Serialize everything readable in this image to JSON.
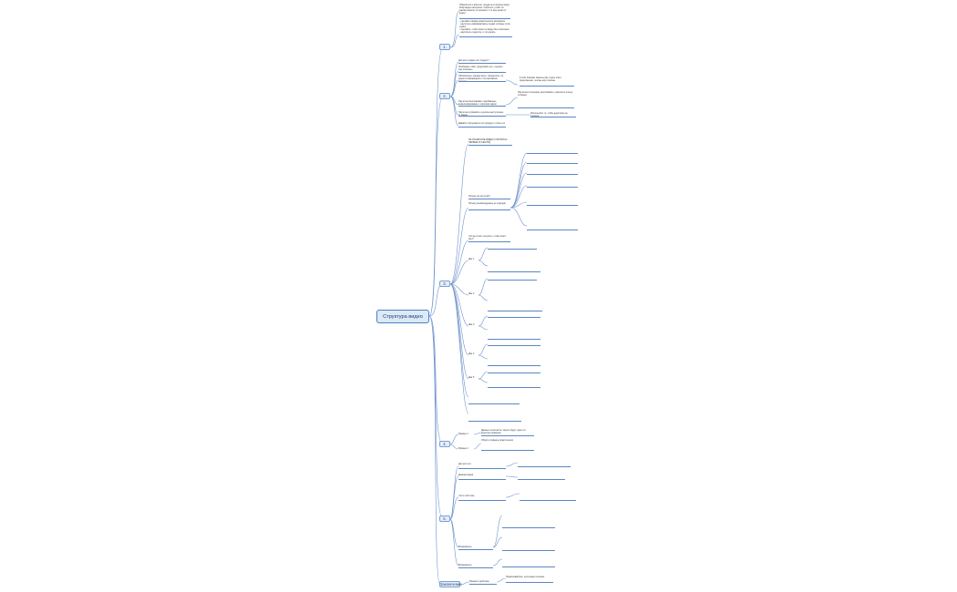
{
  "root": {
    "label": "Структура видео"
  },
  "branches": [
    {
      "id": "b1",
      "label": "1.",
      "items": [
        "Обратиться к зрителю: откуда он и сколько минут. Кому видео интересно. Спросить у себя: по какому вопросу он пришёл и что ему нужно от видео",
        "- сделайте пример практического материала\n- научитесь информировать людей, которые хотят узнать\n- Сделайте, чтобы ответ по видео был понятным\n- научитесь и научите, и что делать"
      ]
    },
    {
      "id": "b2",
      "label": "2.",
      "items": [
        "Для кого создан этот продукт?",
        "Пообещать ответ, предложить его, «чем вы ему полезны»",
        "Обязательно, прежде всего, определить что нужно в информации и что рассказать зрителю",
        "Научиться выстраивать подобающее видеоинформацию с хорошим ядром",
        "Научиться управлять и делать выступление от имени",
        "Давайте погрузимся в это продукт и стиль его",
        "К себе поможет вовлечь вас и дать ответ, предложение, чем вы ему полезны",
        "Научиться отличному, выстраивать, приносить пользу по видео",
        "Используйте то, чтобы аудитория не уходила"
      ]
    },
    {
      "id": "b3",
      "label": "3.",
      "items": [
        "НЕ НАЧИНАЙТЕ ВИДЕО С ВОПРОСА. ПЕРВЫЕ 30 СЕКУНД",
        "Почему ни при этом?",
        "Почему рекомендуемые не подходят",
        "Что вы хотите получить, чтобы ответ был?",
        "Шаг 1",
        "Шаг 2",
        "Шаг 3",
        "Шаг 4",
        "Шаг 5"
      ]
    },
    {
      "id": "b4",
      "label": "4.",
      "items": [
        "Пример 1",
        "Пример 2",
        "Данные и контексты, короче будут, один и в качестве примеров",
        "Обзор и примеры практических"
      ]
    },
    {
      "id": "b5",
      "label": "5.",
      "items": [
        "Для кого это",
        "Демонстрация",
        "Что в этой теме",
        "Возможность",
        "Возможность"
      ]
    },
    {
      "id": "b6",
      "label": "Заключение",
      "items": [
        "Призыв к действию",
        "Подписывайтесь, если видео полезно"
      ]
    }
  ]
}
